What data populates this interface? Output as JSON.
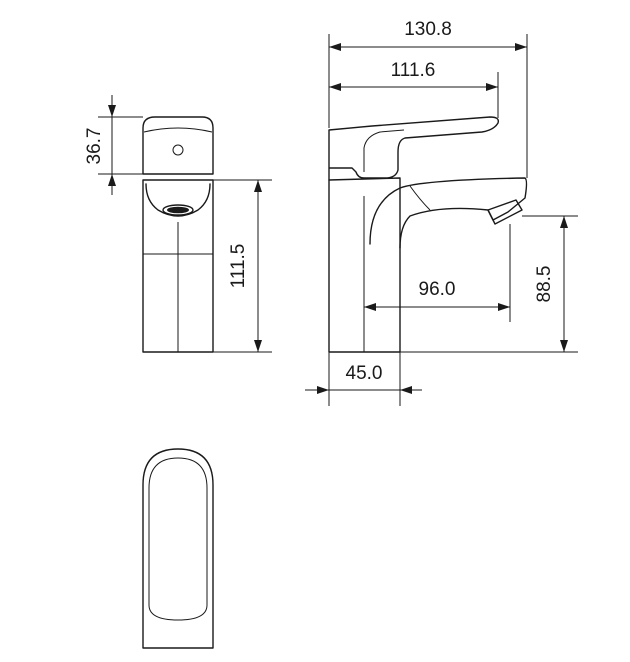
{
  "dimensions": {
    "overall_length": "130.8",
    "handle_length": "111.6",
    "handle_height": "36.7",
    "body_height": "111.5",
    "spout_reach": "96.0",
    "spout_height": "88.5",
    "body_width": "45.0"
  },
  "colors": {
    "line": "#1a1a1a",
    "background": "#ffffff"
  }
}
